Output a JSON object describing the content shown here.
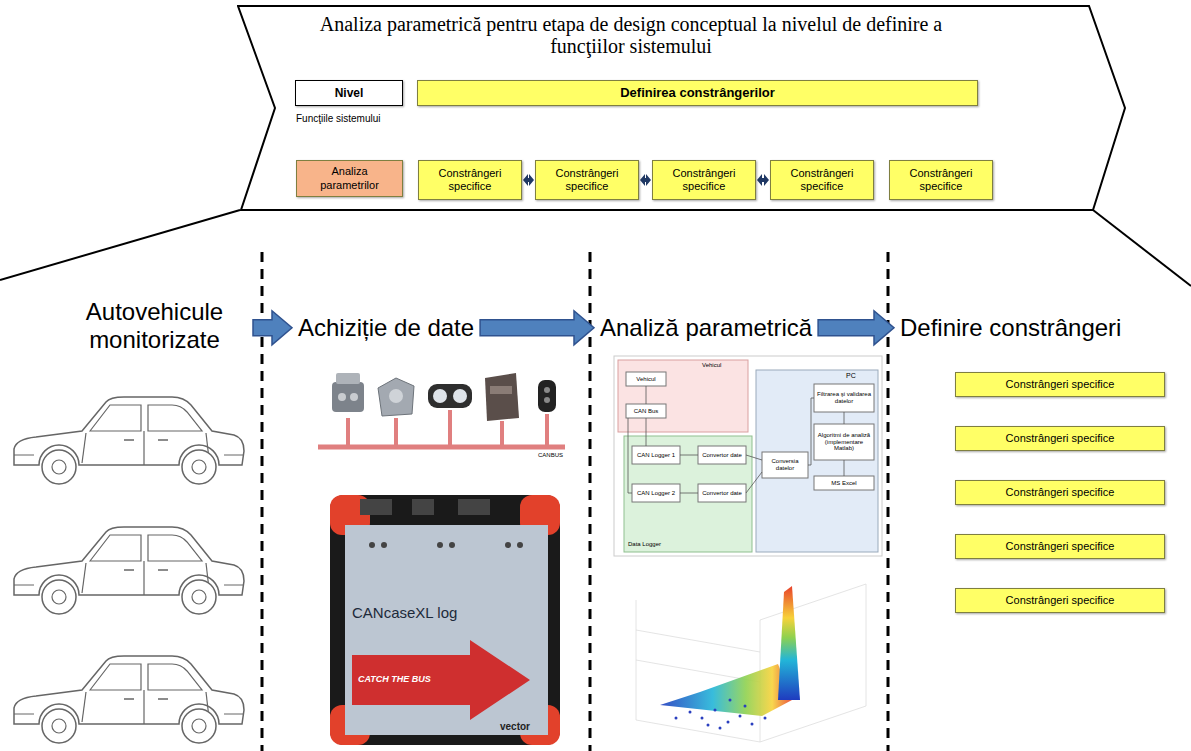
{
  "diagram": {
    "nodes": [
      {
        "text": [
          "Analiza parametrică pentru etapa de design conceptual la nivelul de definire a funcţiilor sistemului"
        ]
      },
      {
        "text": [
          "Nivel"
        ],
        "in": 0
      },
      {
        "text": [
          "Definirea constrângerilor"
        ],
        "in": 0
      },
      {
        "text": [
          "Analiza parametrilor"
        ],
        "in": 0
      },
      {
        "text": [
          "Constrângeri specifice"
        ],
        "in": 0
      },
      {
        "text": [
          "Constrângeri specifice"
        ],
        "in": 0
      },
      {
        "text": [
          "Constrângeri specifice"
        ],
        "in": 0
      },
      {
        "text": [
          "Constrângeri specifice"
        ],
        "in": 0
      },
      {
        "text": [
          "Constrângeri specifice"
        ],
        "in": 0
      },
      {
        "text": [
          "Autovehicule monitorizate"
        ]
      },
      {
        "text": [
          "Achiziție de date"
        ]
      },
      {
        "text": [
          "Analiză parametrică"
        ]
      },
      {
        "text": [
          "Definire constrângeri"
        ]
      },
      {
        "text": [
          "Constrângeri specifice"
        ]
      },
      {
        "text": [
          "Constrângeri specifice"
        ]
      },
      {
        "text": [
          "Constrângeri specifice"
        ]
      },
      {
        "text": [
          "Constrângeri specifice"
        ]
      },
      {
        "text": [
          "Constrângeri specifice"
        ]
      }
    ],
    "edges": [
      {
        "from": 4,
        "to": 5,
        "arrow": "both"
      },
      {
        "from": 5,
        "to": 6,
        "arrow": "both"
      },
      {
        "from": 6,
        "to": 7,
        "arrow": "both"
      },
      {
        "from": 9,
        "to": 10,
        "arrow": "to"
      },
      {
        "from": 10,
        "to": 11,
        "arrow": "to"
      },
      {
        "from": 11,
        "to": 12,
        "arrow": "to"
      }
    ],
    "labels": [
      "Funcţiile sistemului",
      "CANBUS",
      "CANcaseXL log",
      "CATCH THE BUS",
      "vector",
      "Vehicul",
      "Vehicul",
      "CAN Bus",
      "PC",
      "Data Logger",
      "CAN Logger 1",
      "Convertor date",
      "CAN Logger 2",
      "Convertor date",
      "Conversia datelor",
      "Filtrarea şi validarea datelor",
      "Algoritmi de analiză (implementare Matlab)",
      "MS Excel"
    ]
  }
}
